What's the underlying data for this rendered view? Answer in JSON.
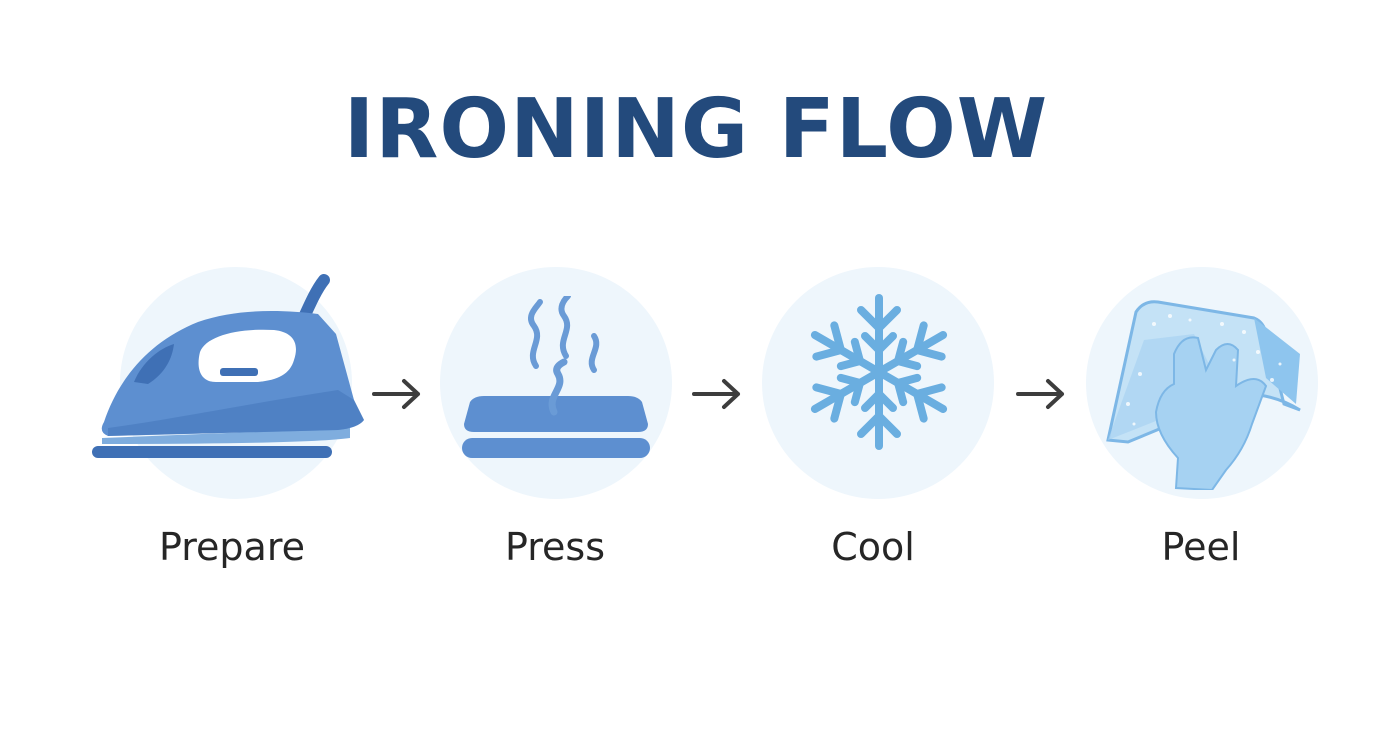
{
  "title": "IRONING FLOW",
  "steps": [
    {
      "label": "Prepare",
      "icon": "iron-icon"
    },
    {
      "label": "Press",
      "icon": "steaming-pad-icon"
    },
    {
      "label": "Cool",
      "icon": "snowflake-icon"
    },
    {
      "label": "Peel",
      "icon": "hand-peel-icon"
    }
  ],
  "colors": {
    "title": "#234a7c",
    "icon_dark": "#3f70b5",
    "icon_mid": "#6a9bd6",
    "icon_light": "#9cc8ec",
    "disc": "#eef6fc",
    "label": "#262626",
    "arrow": "#3d3d3d"
  }
}
